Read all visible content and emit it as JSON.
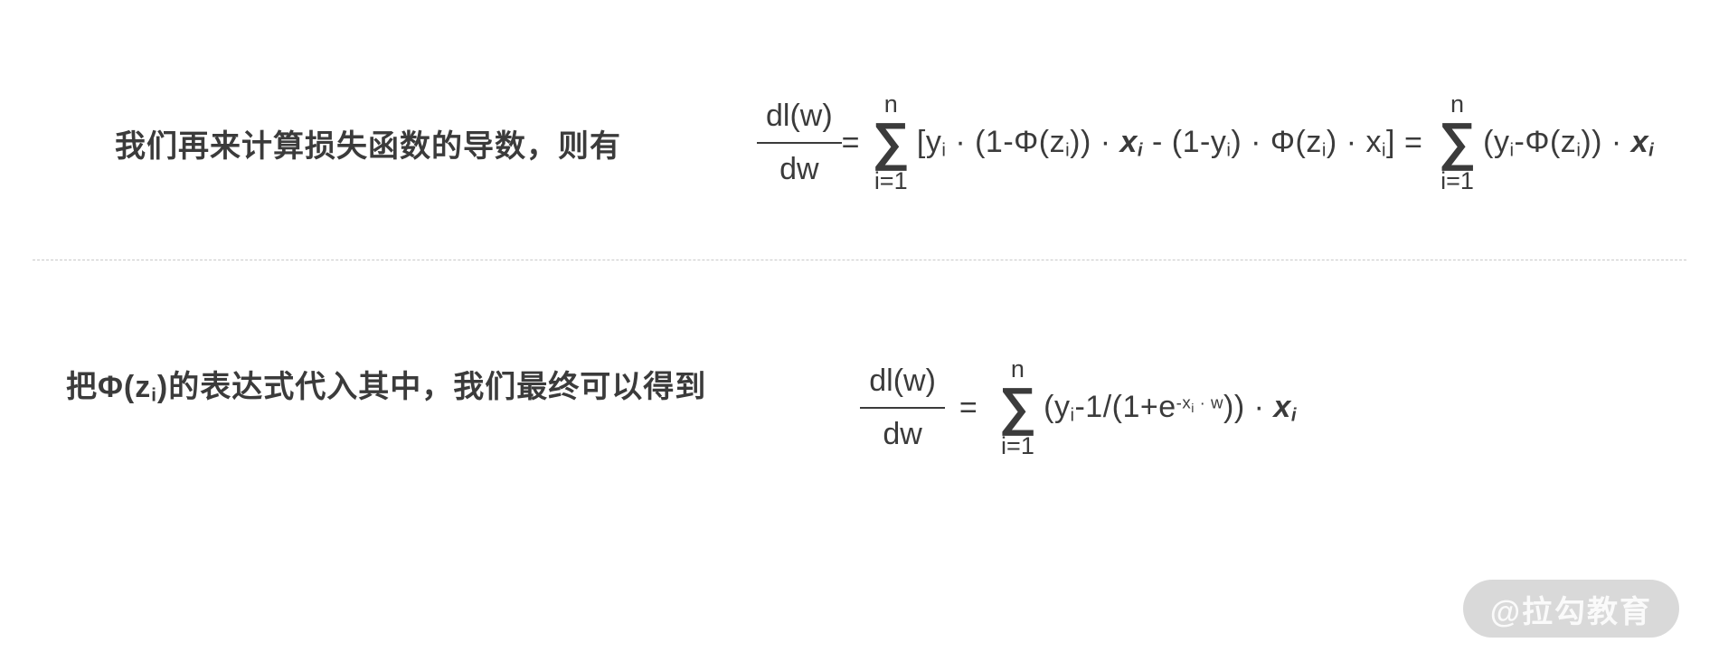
{
  "page": {
    "background": "#ffffff",
    "text_color": "#3b3b3b",
    "divider_color": "#c9c9c9"
  },
  "row1": {
    "caption": "我们再来计算损失函数的导数，则有",
    "formula": {
      "fraction": {
        "numerator": "dl(w)",
        "denominator": "dw"
      },
      "equals1": "=",
      "sum1": {
        "upper": "n",
        "symbol": "∑",
        "lower": "i=1"
      },
      "body1": [
        {
          "t": "n",
          "v": "[y"
        },
        {
          "t": "s",
          "v": "i"
        },
        {
          "t": "n",
          "v": " · (1-Φ(z"
        },
        {
          "t": "s",
          "v": "i"
        },
        {
          "t": "n",
          "v": ")) · "
        },
        {
          "t": "bi",
          "v": "x"
        },
        {
          "t": "bis",
          "v": "i"
        },
        {
          "t": "n",
          "v": " - (1-y"
        },
        {
          "t": "s",
          "v": "i"
        },
        {
          "t": "n",
          "v": ") · Φ(z"
        },
        {
          "t": "s",
          "v": "i"
        },
        {
          "t": "n",
          "v": ") · x"
        },
        {
          "t": "s",
          "v": "i"
        },
        {
          "t": "n",
          "v": "]"
        }
      ],
      "equals2": "=",
      "sum2": {
        "upper": "n",
        "symbol": "∑",
        "lower": "i=1"
      },
      "body2": [
        {
          "t": "n",
          "v": "(y"
        },
        {
          "t": "s",
          "v": "i"
        },
        {
          "t": "n",
          "v": "-Φ(z"
        },
        {
          "t": "s",
          "v": "i"
        },
        {
          "t": "n",
          "v": ")) · "
        },
        {
          "t": "bi",
          "v": "x"
        },
        {
          "t": "bis",
          "v": "i"
        }
      ]
    }
  },
  "row2": {
    "caption_tokens": [
      {
        "t": "n",
        "v": "把Φ(z"
      },
      {
        "t": "s",
        "v": "i"
      },
      {
        "t": "n",
        "v": ")的表达式代入其中，我们最终可以得到"
      }
    ],
    "formula": {
      "fraction": {
        "numerator": "dl(w)",
        "denominator": "dw"
      },
      "equals": "=",
      "sum": {
        "upper": "n",
        "symbol": "∑",
        "lower": "i=1"
      },
      "body": [
        {
          "t": "n",
          "v": "(y"
        },
        {
          "t": "s",
          "v": "i"
        },
        {
          "t": "n",
          "v": "-1/(1+e"
        },
        {
          "t": "p",
          "v": "-x"
        },
        {
          "t": "ps",
          "v": "i"
        },
        {
          "t": "p",
          "v": " · w"
        },
        {
          "t": "n",
          "v": ")) · "
        },
        {
          "t": "bi",
          "v": "x"
        },
        {
          "t": "bis",
          "v": "i"
        }
      ]
    }
  },
  "watermark": {
    "text": "@拉勾教育",
    "background": "#d9d9d9",
    "text_color": "#fafafa"
  }
}
